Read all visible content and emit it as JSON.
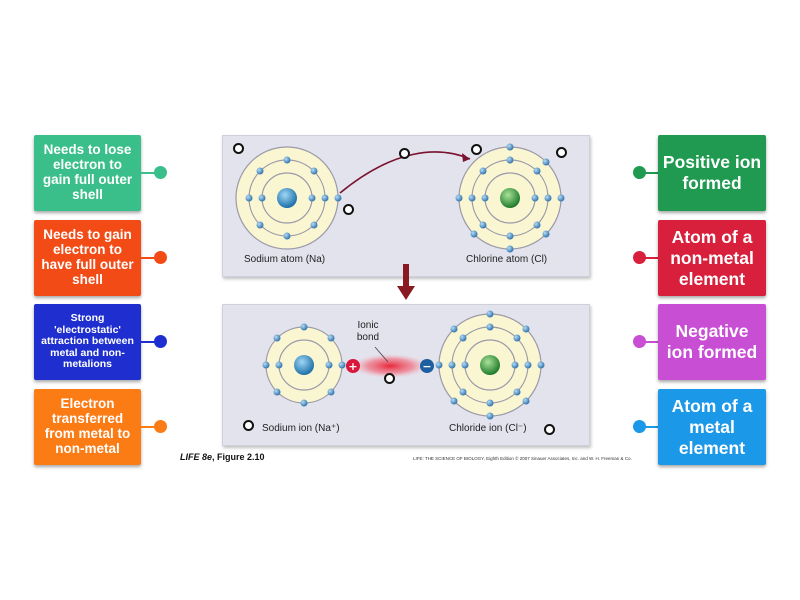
{
  "colors": {
    "green": "#3bbf8a",
    "orange_red": "#f24b16",
    "blue": "#1f2fcf",
    "orange": "#fb7b15",
    "dark_green": "#1f9a50",
    "crimson": "#d81f3c",
    "magenta": "#c84fd4",
    "sky_blue": "#1c98e8"
  },
  "left_labels": [
    {
      "text": "Needs to lose electron to gain full outer shell"
    },
    {
      "text": "Needs to gain electron to have full outer shell"
    },
    {
      "text": "Strong 'electrostatic' attraction between metal and non-metalions"
    },
    {
      "text": "Electron transferred from metal to non-metal"
    }
  ],
  "right_labels": [
    {
      "text": "Positive ion formed"
    },
    {
      "text": "Atom of a non-metal element"
    },
    {
      "text": "Negative ion formed"
    },
    {
      "text": "Atom of a metal element"
    }
  ],
  "figure": {
    "sodium_atom": "Sodium atom (Na)",
    "chlorine_atom": "Chlorine atom (Cl)",
    "sodium_ion": "Sodium ion (Na⁺)",
    "chloride_ion": "Chloride ion (Cl⁻)",
    "ionic_bond": "Ionic bond",
    "plus_sign": "+",
    "minus_sign": "−",
    "figure_ref_italic": "LIFE 8e",
    "figure_ref_rest": ", Figure 2.10",
    "credit": "LIFE: THE SCIENCE OF BIOLOGY, Eighth Edition  © 2007 Sinauer Associates, Inc. and W. H. Freeman & Co."
  }
}
